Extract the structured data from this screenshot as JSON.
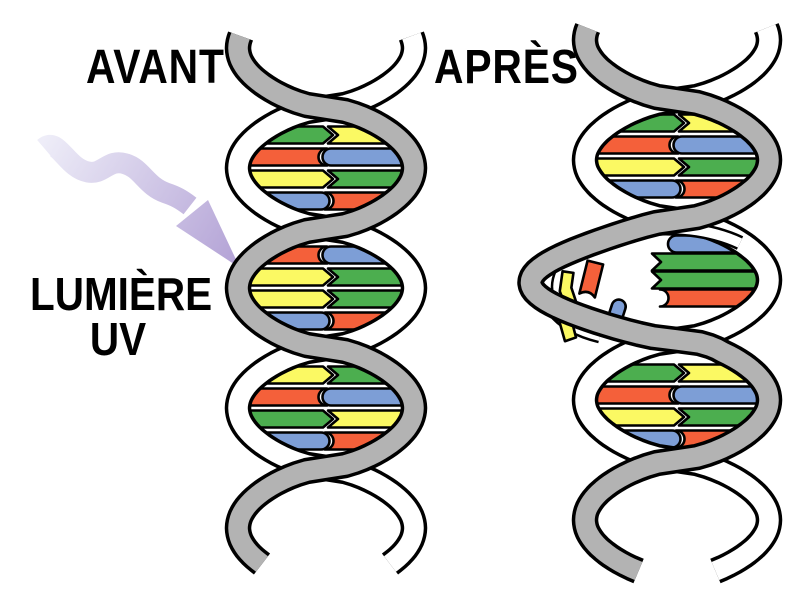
{
  "labels": {
    "before": "AVANT",
    "after": "APRÈS",
    "uv_line1": "LUMIÈRE",
    "uv_line2": "UV"
  },
  "colors": {
    "green": "#4cae4f",
    "yellow": "#fbf963",
    "red": "#f4603a",
    "blue": "#7d9ed6",
    "strand_front": "#b3b3b3",
    "strand_back": "#ffffff",
    "outline": "#000000",
    "uv_arrow_start": "#eeedf8",
    "uv_arrow_end": "#b2a1d5",
    "text": "#000000",
    "background": "#ffffff"
  },
  "diagram": {
    "uv_arrow": {
      "name": "uv-light-arrow"
    },
    "before_helix": {
      "name": "dna-before",
      "bulges": [
        [
          {
            "left": "green",
            "right": "yellow",
            "junction": "arrow"
          },
          {
            "left": "red",
            "right": "blue",
            "junction": "pill-right"
          },
          {
            "left": "yellow",
            "right": "green",
            "junction": "arrow"
          },
          {
            "left": "blue",
            "right": "red",
            "junction": "pill-left"
          }
        ],
        [
          {
            "left": "red",
            "right": "blue",
            "junction": "pill-right"
          },
          {
            "left": "yellow",
            "right": "green",
            "junction": "arrow"
          },
          {
            "left": "yellow",
            "right": "green",
            "junction": "arrow"
          },
          {
            "left": "blue",
            "right": "red",
            "junction": "pill-left"
          }
        ],
        [
          {
            "left": "yellow",
            "right": "green",
            "junction": "arrow"
          },
          {
            "left": "red",
            "right": "blue",
            "junction": "pill-right"
          },
          {
            "left": "green",
            "right": "yellow",
            "junction": "arrow"
          },
          {
            "left": "blue",
            "right": "red",
            "junction": "pill-left"
          }
        ]
      ]
    },
    "after_helix": {
      "name": "dna-after",
      "top_bulge": [
        {
          "left": "green",
          "right": "yellow",
          "junction": "arrow"
        },
        {
          "left": "red",
          "right": "blue",
          "junction": "pill-right"
        },
        {
          "left": "yellow",
          "right": "green",
          "junction": "arrow"
        },
        {
          "left": "blue",
          "right": "red",
          "junction": "pill-left"
        }
      ],
      "damaged_section": {
        "name": "uv-damaged-region",
        "attached_right": [
          {
            "color": "blue",
            "end": "cap"
          },
          {
            "color": "green",
            "end": "chevron"
          },
          {
            "color": "green",
            "end": "chevron"
          },
          {
            "color": "red",
            "end": "round"
          }
        ],
        "fragments": [
          {
            "name": "dimer-base-yellow-upper",
            "color": "yellow",
            "shape": "bent-band"
          },
          {
            "name": "detached-base-red",
            "color": "red",
            "shape": "notched-rect"
          },
          {
            "name": "dimer-base-yellow-lower",
            "color": "yellow",
            "shape": "bent-band"
          },
          {
            "name": "detached-base-blue",
            "color": "blue",
            "shape": "pill"
          }
        ]
      },
      "bottom_bulge": [
        {
          "left": "green",
          "right": "yellow",
          "junction": "arrow"
        },
        {
          "left": "red",
          "right": "blue",
          "junction": "pill-right"
        },
        {
          "left": "yellow",
          "right": "green",
          "junction": "arrow"
        },
        {
          "left": "blue",
          "right": "red",
          "junction": "pill-left"
        }
      ]
    }
  }
}
